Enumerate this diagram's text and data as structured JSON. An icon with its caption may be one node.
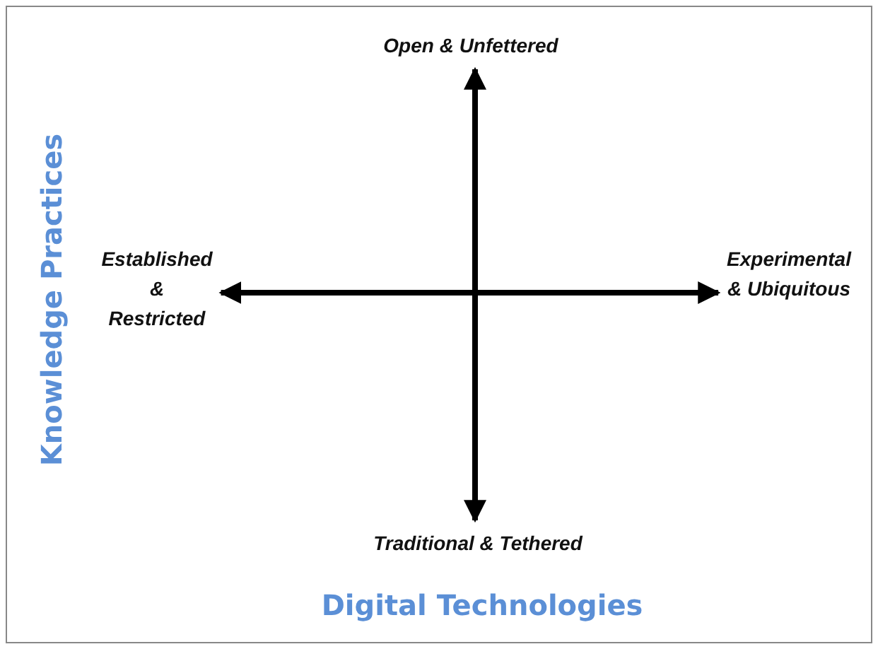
{
  "diagram": {
    "nodes": [
      {
        "text": [
          "Open & Unfettered"
        ]
      },
      {
        "text": [
          "Established & Restricted"
        ]
      },
      {
        "text": [
          "Experimental & Ubiquitous"
        ]
      },
      {
        "text": [
          "Traditional & Tethered"
        ]
      }
    ],
    "edges": [
      {
        "from": 3,
        "to": 0,
        "arrow": "both"
      },
      {
        "from": 1,
        "to": 2,
        "arrow": "both"
      }
    ],
    "labels": [
      "Knowledge Practices",
      "Digital Technologies"
    ]
  }
}
